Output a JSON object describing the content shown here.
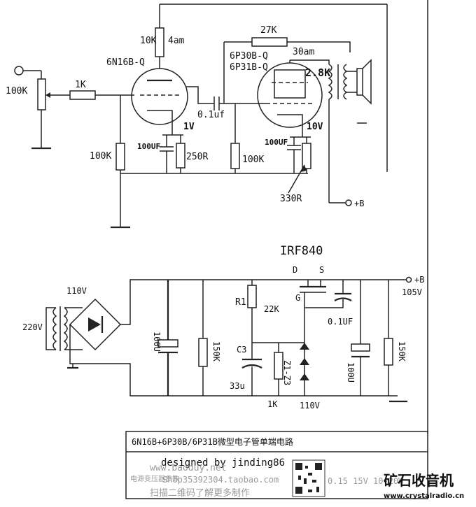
{
  "amp": {
    "tube1": "6N16B-Q",
    "tube2_a": "6P30B-Q",
    "tube2_b": "6P31B-Q",
    "r_plate1": "10K",
    "i_plate1": "4am",
    "r_feedback": "27K",
    "i_plate2": "30am",
    "transformer": "2.8K",
    "vol_pot": "100K",
    "r_input": "1K",
    "r_grid1": "100K",
    "c_couple": "0.1uf",
    "v_cathode1": "1V",
    "c_cathode1": "100UF",
    "r_cathode1": "250R",
    "r_grid2": "100K",
    "v_cathode2": "10V",
    "c_cathode2": "100UF",
    "r_cathode2": "330R",
    "plus_b": "+B"
  },
  "psu": {
    "mosfet": "IRF840",
    "pin_d": "D",
    "pin_s": "S",
    "pin_g": "G",
    "v_in_primary": "220V",
    "v_secondary": "110V",
    "c_filter1": "100U",
    "r_bleed1": "150K",
    "r1_label": "R1",
    "r1_value": "22K",
    "c3_label": "C3",
    "c3_value": "33u",
    "zener_label": "Z1-Z3",
    "r_zener": "1K",
    "v_zener": "110V",
    "c_gate": "0.1UF",
    "c_filter2": "100U",
    "r_bleed2": "150K",
    "plus_b": "+B",
    "v_out": "105V"
  },
  "title_box": {
    "title": "6N16B+6P30B/6P31B微型电子管单端电路",
    "designer": "designed by jinding86"
  },
  "watermark": {
    "line1": "www.baoduy.net",
    "line2": "Shop35392304.taobao.com",
    "line3": "0.15  15V  10-20W",
    "line4": "电源变压器参数",
    "line5": "扫描二维码了解更多制作",
    "brand": "矿石收音机",
    "brand_url": "www.crystalradio.cn"
  }
}
